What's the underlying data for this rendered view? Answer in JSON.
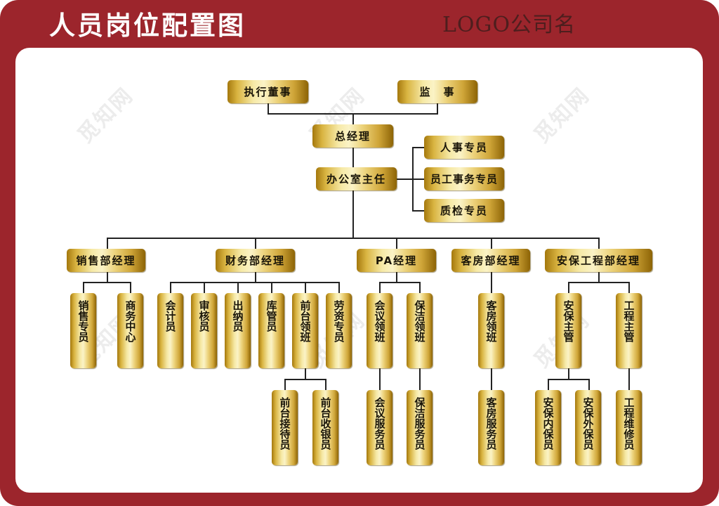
{
  "header": {
    "title": "人员岗位配置图",
    "logo_text": "LOGO公司名"
  },
  "colors": {
    "frame": "#9c252c",
    "panel": "#ffffff",
    "box_gold_dark": "#a4780d",
    "box_gold_light": "#fbf3c6",
    "line": "#222222",
    "logo_text": "#4e1e1e"
  },
  "watermark": "觅知网",
  "top": {
    "executive_director": "执行董事",
    "supervisor": "监　事",
    "general_manager": "总经理",
    "office_director": "办公室主任"
  },
  "office_staff": [
    "人事专员",
    "员工事务专员",
    "质检专员"
  ],
  "departments": [
    {
      "name": "销售部经理",
      "children": [
        {
          "name": "销售专员"
        },
        {
          "name": "商务中心"
        }
      ]
    },
    {
      "name": "财务部经理",
      "children": [
        {
          "name": "会计员"
        },
        {
          "name": "审核员"
        },
        {
          "name": "出纳员"
        },
        {
          "name": "库管员"
        },
        {
          "name": "前台领班",
          "children": [
            {
              "name": "前台接待员"
            },
            {
              "name": "前台收银员"
            }
          ]
        },
        {
          "name": "劳资专员"
        }
      ]
    },
    {
      "name": "PA经理",
      "children": [
        {
          "name": "会议领班",
          "children": [
            {
              "name": "会议服务员"
            }
          ]
        },
        {
          "name": "保洁领班",
          "children": [
            {
              "name": "保洁服务员"
            }
          ]
        }
      ]
    },
    {
      "name": "客房部经理",
      "children": [
        {
          "name": "客房领班",
          "children": [
            {
              "name": "客房服务员"
            }
          ]
        }
      ]
    },
    {
      "name": "安保工程部经理",
      "children": [
        {
          "name": "安保主管",
          "children": [
            {
              "name": "安保内保员"
            },
            {
              "name": "安保外保员"
            }
          ]
        },
        {
          "name": "工程主管",
          "children": [
            {
              "name": "工程维修员"
            }
          ]
        }
      ]
    }
  ]
}
